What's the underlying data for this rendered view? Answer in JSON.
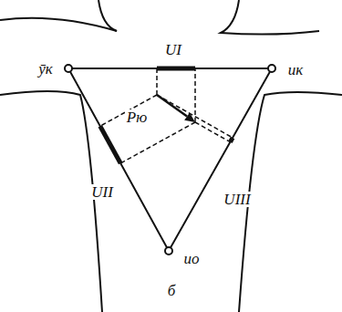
{
  "diagram": {
    "labels": [
      "ӯк",
      "ик",
      "ио",
      "б",
      "UI",
      "UII",
      "UIII",
      "Pю"
    ]
  }
}
